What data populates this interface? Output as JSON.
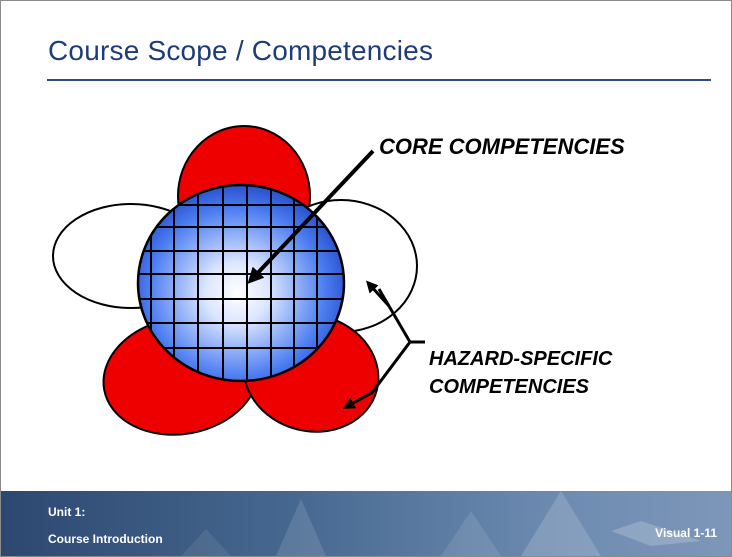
{
  "slide": {
    "title": "Course Scope / Competencies"
  },
  "diagram": {
    "core_label": "CORE COMPETENCIES",
    "hazard_label_line1": "HAZARD-SPECIFIC",
    "hazard_label_line2": "COMPETENCIES",
    "colors": {
      "petal_red": "#ee0000",
      "petal_white": "#ffffff",
      "sphere_blue": "#1f4fd8",
      "sphere_center": "#ffffff",
      "outline": "#000000"
    }
  },
  "footer": {
    "unit": "Unit 1:",
    "course": "Course Introduction",
    "visual": "Visual 1-11",
    "colors": {
      "band_dark": "#2d4870",
      "band_light": "#7d97b9"
    }
  }
}
